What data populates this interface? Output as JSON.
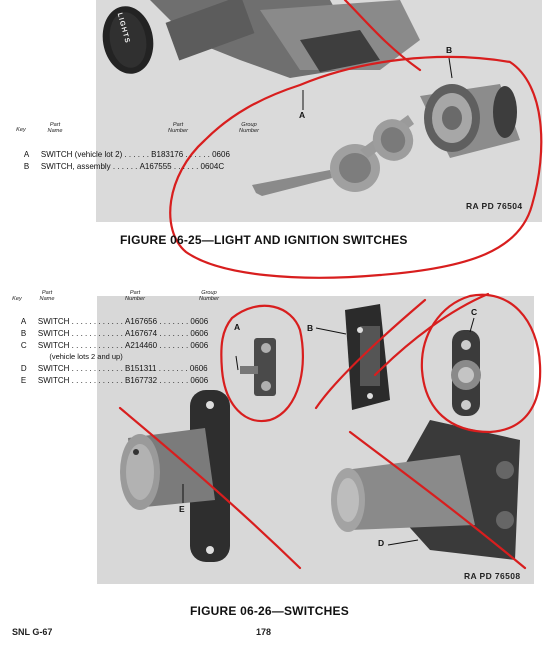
{
  "figure_25": {
    "headers": {
      "key": "Key",
      "part_name": "Part\nName",
      "part_number": "Part\nNumber",
      "group_number": "Group\nNumber"
    },
    "rows": [
      {
        "key": "A",
        "name": "SWITCH (vehicle lot 2)",
        "dots": " . . . . . . ",
        "number": "B183176",
        "dots2": " . . . . . . ",
        "group": "0606"
      },
      {
        "key": "B",
        "name": "SWITCH, assembly",
        "dots": " . . . . . . ",
        "number": "A167555",
        "dots2": " . . . . . . ",
        "group": "0604C"
      }
    ],
    "callout_a": "A",
    "callout_b": "B",
    "knob_text": "LIGHTS",
    "ra_number": "RA PD 76504",
    "caption": "FIGURE 06-25—LIGHT AND IGNITION SWITCHES"
  },
  "figure_26": {
    "headers": {
      "key": "Key",
      "part_name": "Part\nName",
      "part_number": "Part\nNumber",
      "group_number": "Group\nNumber"
    },
    "rows": [
      {
        "key": "A",
        "name": "SWITCH",
        "dots": " . . . . . . . . . . . . ",
        "number": "A167656",
        "dots2": " . . . . . . . ",
        "group": "0606"
      },
      {
        "key": "B",
        "name": "SWITCH",
        "dots": " . . . . . . . . . . . . ",
        "number": "A167674",
        "dots2": " . . . . . . . ",
        "group": "0606"
      },
      {
        "key": "C",
        "name": "SWITCH",
        "dots": " . . . . . . . . . . . . ",
        "number": "A214460",
        "dots2": " . . . . . . . ",
        "group": "0606"
      },
      {
        "key": "",
        "name": "(vehicle lots 2 and up)",
        "dots": "",
        "number": "",
        "dots2": "",
        "group": ""
      },
      {
        "key": "D",
        "name": "SWITCH",
        "dots": " . . . . . . . . . . . . ",
        "number": "B151311",
        "dots2": " . . . . . . . ",
        "group": "0606"
      },
      {
        "key": "E",
        "name": "SWITCH",
        "dots": " . . . . . . . . . . . . ",
        "number": "B167732",
        "dots2": " . . . . . . . ",
        "group": "0606"
      }
    ],
    "callouts": {
      "a": "A",
      "b": "B",
      "c": "C",
      "d": "D",
      "e": "E"
    },
    "ra_number": "RA PD 76508",
    "caption": "FIGURE 06-26—SWITCHES"
  },
  "footer": {
    "snl": "SNL G-67",
    "page": "178"
  },
  "colors": {
    "annotation_red": "#d81e1e",
    "photo_gray": "#d9d9d9"
  }
}
